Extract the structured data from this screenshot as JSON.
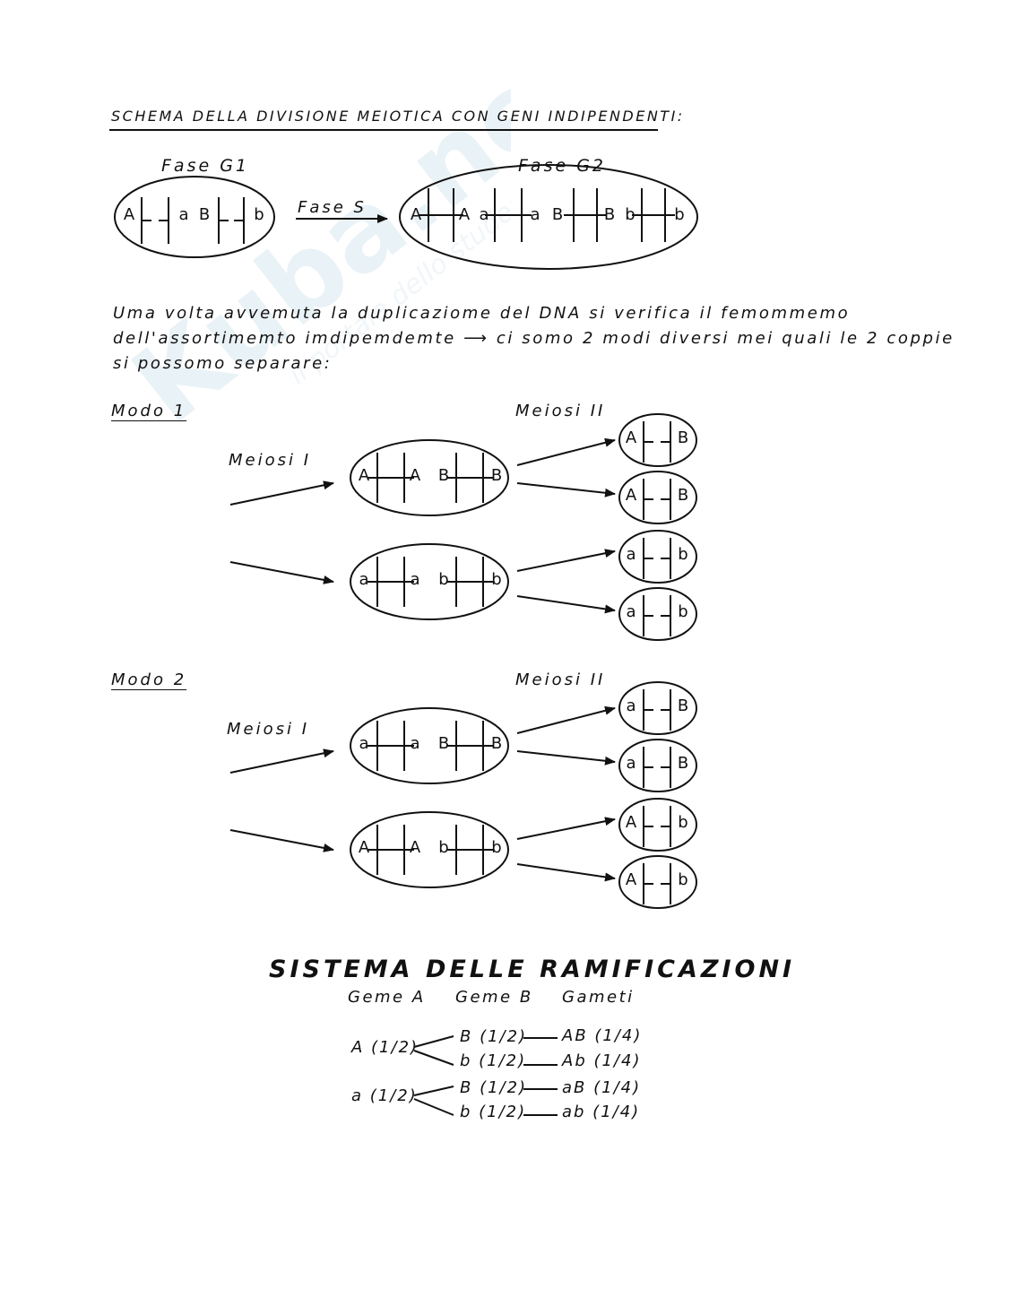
{
  "watermark": {
    "logo_text": "Kuba.net",
    "tagline": "il portale dello studente",
    "color": "#e6f0f5"
  },
  "title": "SCHEMA DELLA DIVISIONE MEIOTICA CON GENI INDIPENDENTI:",
  "phases": {
    "g1": "Fase G1",
    "s": "Fase S",
    "g2": "Fase G2"
  },
  "paragraph": [
    "Uma volta avvemuta la duplicaziome del DNA si verifica il femommemo",
    "dell'assortimemto imdipemdemte",
    "ci somo 2 modi diversi mei quali le 2 coppie",
    "si possomo separare:"
  ],
  "modo1": {
    "heading": "Modo 1",
    "meiosi1": "Meiosi I",
    "meiosi2": "Meiosi II"
  },
  "modo2": {
    "heading": "Modo 2",
    "meiosi1": "Meiosi I",
    "meiosi2": "Meiosi II"
  },
  "cells": {
    "g1": [
      "A",
      "a",
      "B",
      "b"
    ],
    "g2": [
      "A",
      "A",
      "a",
      "a",
      "B",
      "B",
      "b",
      "b"
    ],
    "m1_top": [
      "A",
      "A",
      "B",
      "B"
    ],
    "m1_bottom": [
      "a",
      "a",
      "b",
      "b"
    ],
    "m1_gametes": [
      [
        "A",
        "B"
      ],
      [
        "A",
        "B"
      ],
      [
        "a",
        "b"
      ],
      [
        "a",
        "b"
      ]
    ],
    "m2_top": [
      "a",
      "a",
      "B",
      "B"
    ],
    "m2_bottom": [
      "A",
      "A",
      "b",
      "b"
    ],
    "m2_gametes": [
      [
        "a",
        "B"
      ],
      [
        "a",
        "B"
      ],
      [
        "A",
        "b"
      ],
      [
        "A",
        "b"
      ]
    ]
  },
  "ramificazioni": {
    "heading": "SISTEMA DELLE RAMIFICAZIONI",
    "columns": [
      "Geme A",
      "Geme B",
      "Gameti"
    ],
    "rows": [
      {
        "gene_a": "A (1/2)",
        "gene_b": "B (1/2)",
        "gamete": "AB (1/4)"
      },
      {
        "gene_a": "",
        "gene_b": "b (1/2)",
        "gamete": "Ab (1/4)"
      },
      {
        "gene_a": "a (1/2)",
        "gene_b": "B (1/2)",
        "gamete": "aB (1/4)"
      },
      {
        "gene_a": "",
        "gene_b": "b (1/2)",
        "gamete": "ab (1/4)"
      }
    ]
  }
}
